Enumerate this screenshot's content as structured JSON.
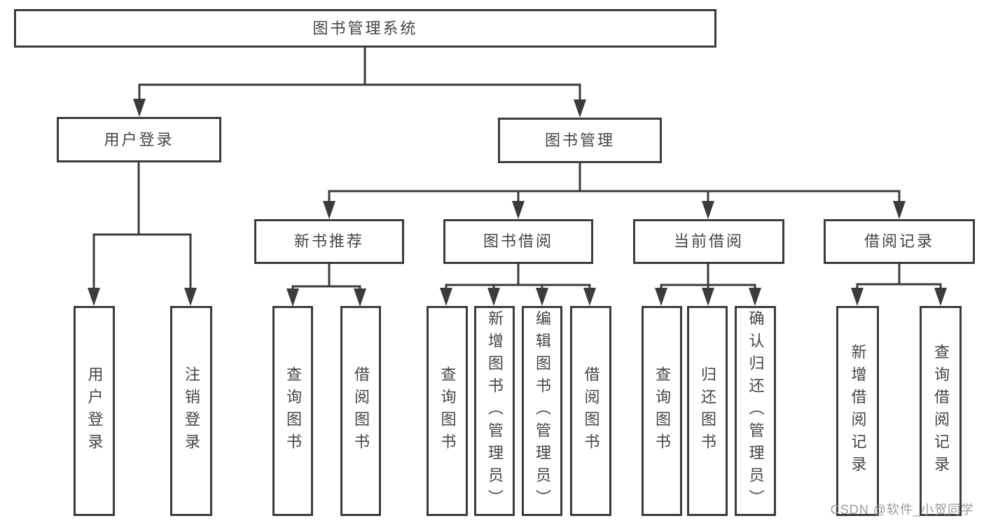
{
  "tree": {
    "root": {
      "label": "图书管理系统",
      "children": [
        {
          "label": "用户登录",
          "children": [
            {
              "label": "用户登录"
            },
            {
              "label": "注销登录"
            }
          ]
        },
        {
          "label": "图书管理",
          "children": [
            {
              "label": "新书推荐",
              "children": [
                {
                  "label": "查询图书"
                },
                {
                  "label": "借阅图书"
                }
              ]
            },
            {
              "label": "图书借阅",
              "children": [
                {
                  "label": "查询图书"
                },
                {
                  "label": "新增图书（管理员）"
                },
                {
                  "label": "编辑图书（管理员）"
                },
                {
                  "label": "借阅图书"
                }
              ]
            },
            {
              "label": "当前借阅",
              "children": [
                {
                  "label": "查询图书"
                },
                {
                  "label": "归还图书"
                },
                {
                  "label": "确认归还（管理员）"
                }
              ]
            },
            {
              "label": "借阅记录",
              "children": [
                {
                  "label": "新增借阅记录"
                },
                {
                  "label": "查询借阅记录"
                }
              ]
            }
          ]
        }
      ]
    }
  },
  "watermark": "CSDN @软件_小贺同学",
  "colors": {
    "line": "#3b3b3b",
    "text": "#454545",
    "box_background": "#ffffff",
    "page_background": "#ffffff",
    "watermark": "#9b9ba0"
  }
}
